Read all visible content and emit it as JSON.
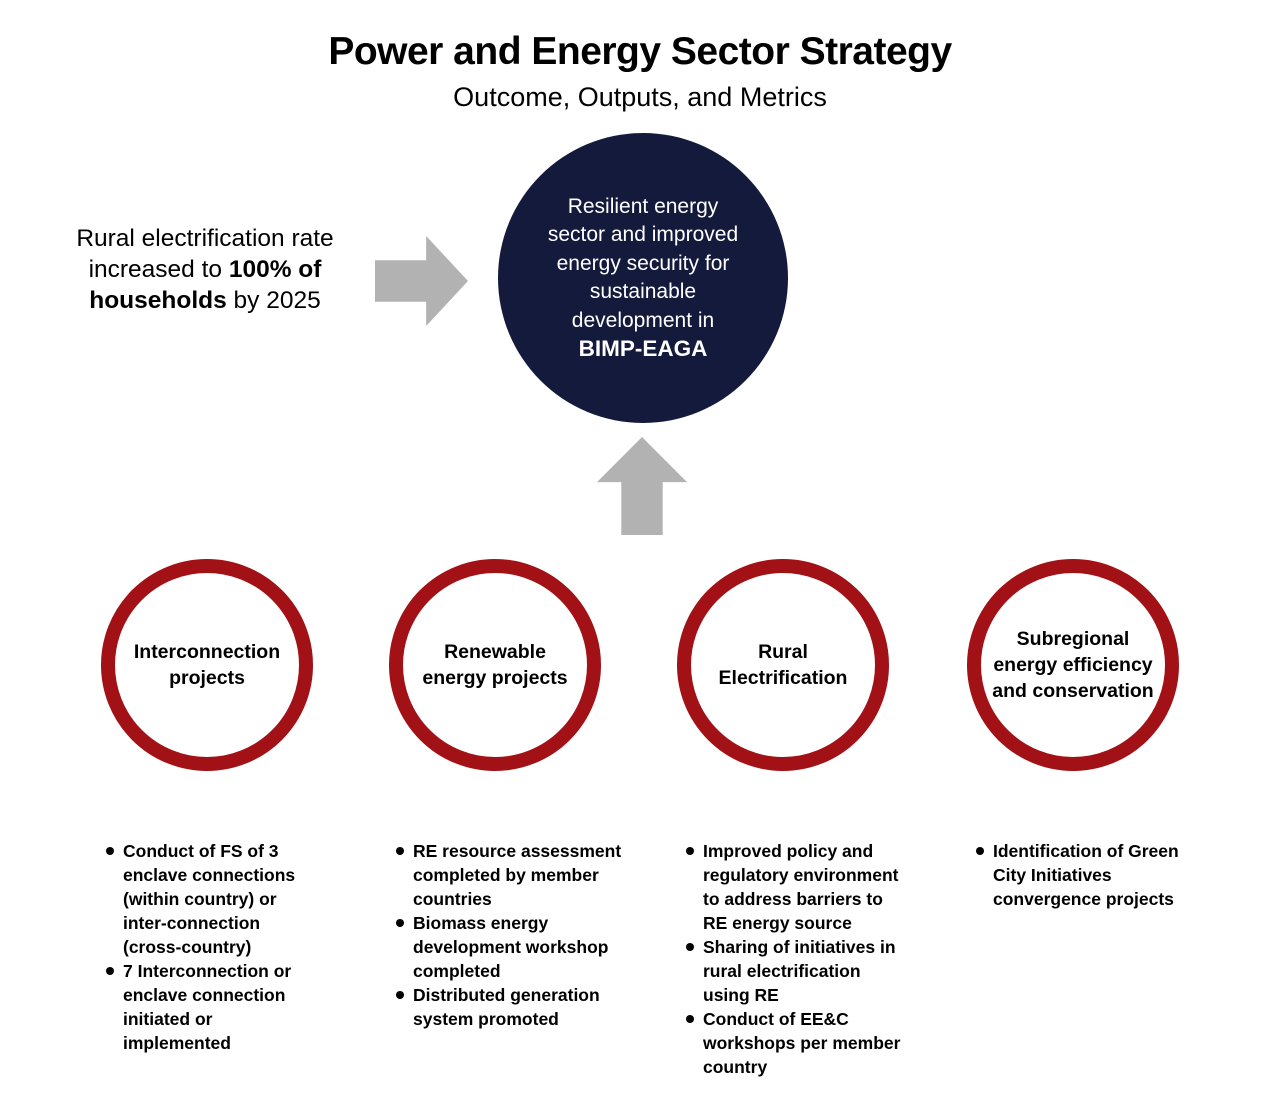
{
  "header": {
    "title": "Power and Energy Sector Strategy",
    "subtitle": "Outcome, Outputs, and Metrics"
  },
  "colors": {
    "navy": "#141a3c",
    "red": "#a11116",
    "gray": "#b2b2b2"
  },
  "metric": {
    "line1": "Rural electrification rate",
    "line2_regular": "increased to ",
    "line2_bold": "100% of",
    "line3_bold": "households",
    "line3_regular": " by 2025"
  },
  "outcome_circle": {
    "lines": [
      "Resilient energy",
      "sector and improved",
      "energy security for",
      "sustainable",
      "development in"
    ],
    "emphasis": "BIMP-EAGA"
  },
  "outputs": [
    {
      "label_lines": [
        "Interconnection",
        "projects"
      ],
      "bullets": [
        "Conduct of FS of 3 enclave connections (within country) or inter-connection (cross-country)",
        "7 Interconnection or enclave connection initiated or implemented"
      ]
    },
    {
      "label_lines": [
        "Renewable",
        "energy projects"
      ],
      "bullets": [
        "RE resource assessment  completed by member countries",
        "Biomass energy development workshop completed",
        "Distributed generation system promoted"
      ]
    },
    {
      "label_lines": [
        "Rural",
        "Electrification"
      ],
      "bullets": [
        "Improved policy and regulatory environment to address barriers to RE energy source",
        "Sharing of initiatives in rural electrification using RE",
        "Conduct of EE&C workshops per member country"
      ]
    },
    {
      "label_lines": [
        "Subregional",
        "energy efficiency",
        "and conservation"
      ],
      "bullets": [
        "Identification of Green City Initiatives convergence projects"
      ]
    }
  ]
}
